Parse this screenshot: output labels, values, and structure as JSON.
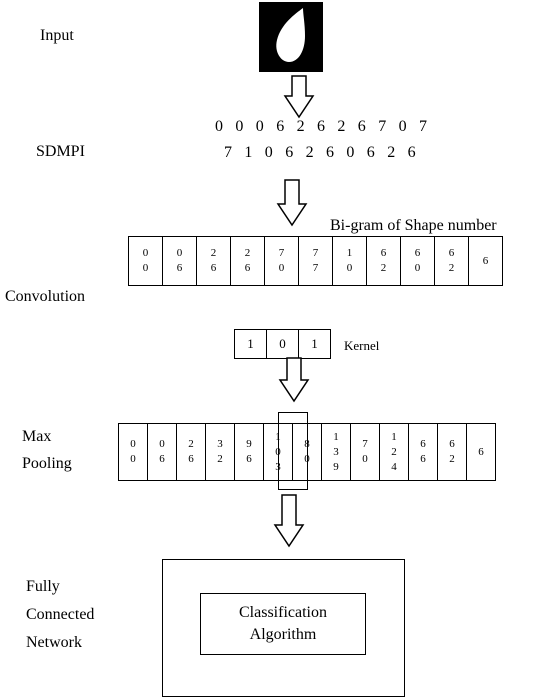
{
  "labels": {
    "input": "Input",
    "sdmpi": "SDMPI",
    "convolution": "Convolution",
    "bigram": "Bi-gram of Shape number",
    "kernel": "Kernel",
    "max": "Max",
    "pooling": "Pooling",
    "fc1": "Fully",
    "fc2": "Connected",
    "fc3": "Network"
  },
  "shape_number": {
    "line1": "0 0 0 6 2 6 2 6 7 0 7",
    "line2": "7 1 0 6 2 6 0 6 2 6"
  },
  "bigram_cells": [
    [
      "0",
      "0"
    ],
    [
      "0",
      "6"
    ],
    [
      "2",
      "6"
    ],
    [
      "2",
      "6"
    ],
    [
      "7",
      "0"
    ],
    [
      "7",
      "7"
    ],
    [
      "1",
      "0"
    ],
    [
      "6",
      "2"
    ],
    [
      "6",
      "0"
    ],
    [
      "6",
      "2"
    ],
    [
      "6"
    ]
  ],
  "kernel_cells": [
    "1",
    "0",
    "1"
  ],
  "pooling_cells": [
    [
      "0",
      "0"
    ],
    [
      "0",
      "6"
    ],
    [
      "2",
      "6"
    ],
    [
      "3",
      "2"
    ],
    [
      "9",
      "6"
    ],
    [
      "1",
      "0",
      "3"
    ],
    [
      "8",
      "0"
    ],
    [
      "1",
      "3",
      "9"
    ],
    [
      "7",
      "0"
    ],
    [
      "1",
      "2",
      "4"
    ],
    [
      "6",
      "6"
    ],
    [
      "6",
      "2"
    ],
    [
      "6"
    ]
  ],
  "classifier": {
    "line1": "Classification",
    "line2": "Algorithm"
  }
}
